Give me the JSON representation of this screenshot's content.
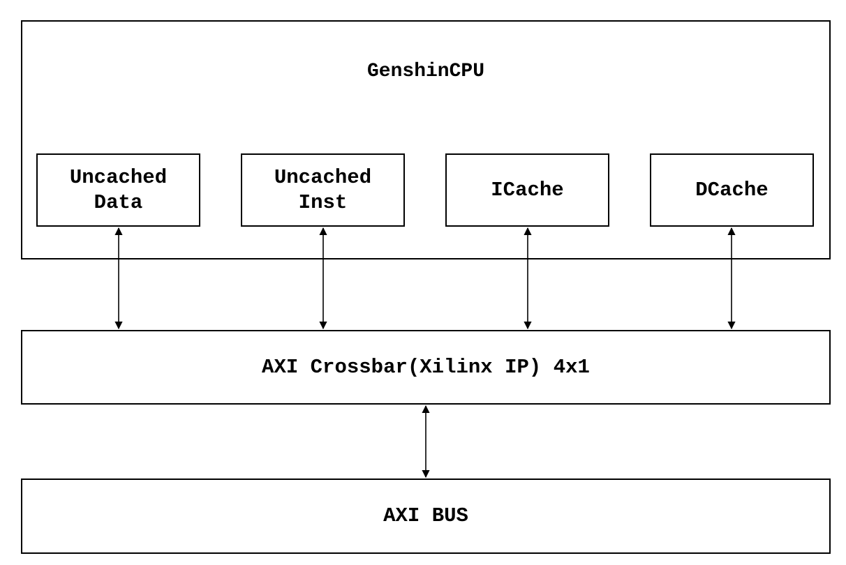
{
  "cpu": {
    "title": "GenshinCPU",
    "units": [
      {
        "id": "uncached-data",
        "label": "Uncached\nData"
      },
      {
        "id": "uncached-inst",
        "label": "Uncached\nInst"
      },
      {
        "id": "icache",
        "label": "ICache"
      },
      {
        "id": "dcache",
        "label": "DCache"
      }
    ]
  },
  "crossbar": {
    "label": "AXI Crossbar(Xilinx IP) 4x1"
  },
  "bus": {
    "label": "AXI BUS"
  },
  "colors": {
    "stroke": "#000000",
    "background": "#ffffff"
  }
}
